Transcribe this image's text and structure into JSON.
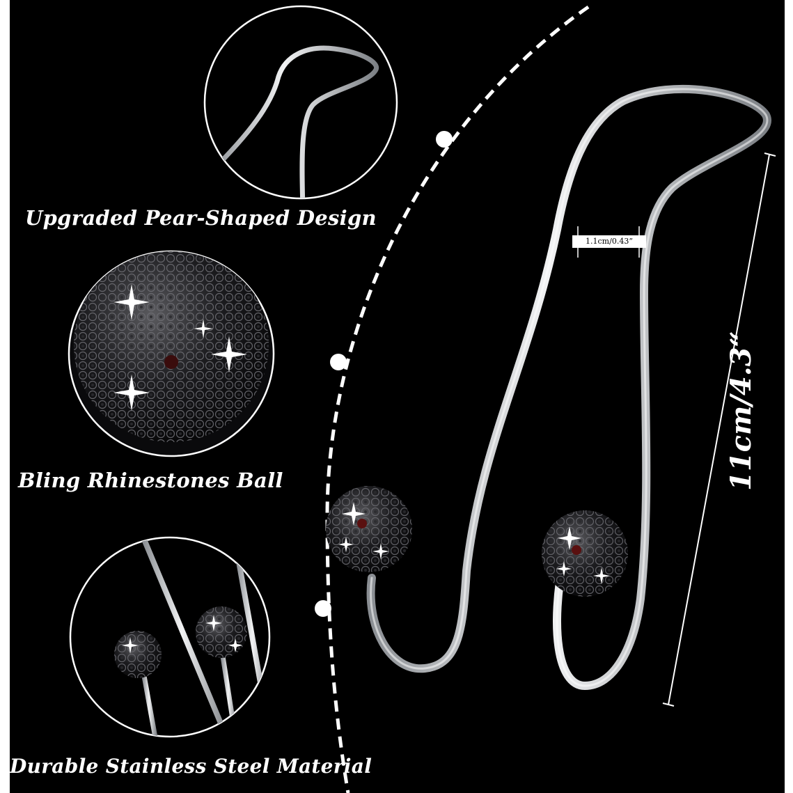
{
  "features": [
    {
      "label": "Upgraded Pear-Shaped Design"
    },
    {
      "label": "Bling Rhinestones Ball"
    },
    {
      "label": "Durable Stainless Steel Material"
    }
  ],
  "dimensions": {
    "width": "1.1cm/0.43”",
    "height": "11cm/4.3“"
  },
  "colors": {
    "background": "#000000",
    "steel": "#c9ccd0",
    "text": "#ffffff"
  }
}
